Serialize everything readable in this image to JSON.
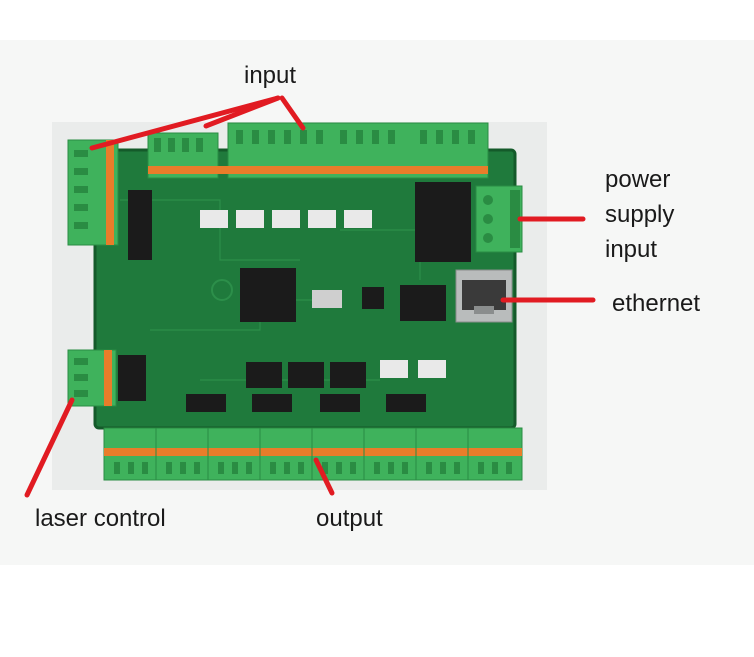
{
  "labels": {
    "input": "input",
    "power_supply_input": [
      "power",
      "supply",
      "input"
    ],
    "ethernet": "ethernet",
    "laser_control": "laser control",
    "output": "output"
  },
  "colors": {
    "pcb": "#1f7a3c",
    "pcb_dark": "#145a2a",
    "terminal": "#3fb25c",
    "terminal_dark": "#2a8c43",
    "terminal_tab": "#e87d2a",
    "pointer": "#e11b22",
    "chip": "#1b1b1b"
  },
  "icons": [
    "pcb-board",
    "ethernet-port",
    "power-terminal",
    "terminal-block"
  ]
}
